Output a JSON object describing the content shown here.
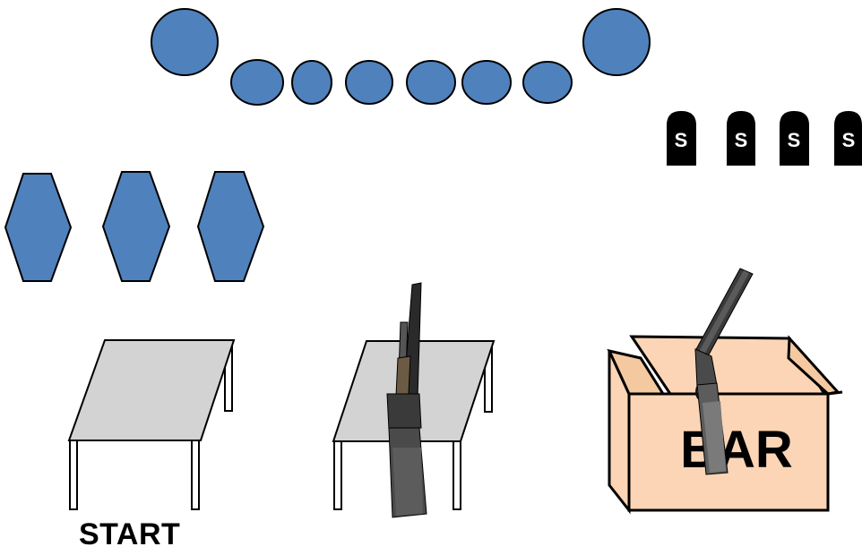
{
  "labels": {
    "start": "START",
    "box": "BAR",
    "stop_plate": "S"
  },
  "colors": {
    "target_fill": "#4f81bd",
    "target_stroke": "#000000",
    "table_top": "#d3d3d3",
    "box_fill": "#fbd5b5",
    "stop_plate": "#000000"
  },
  "stage": {
    "targets": [
      "circle-steel",
      "circle-steel",
      "circle-steel",
      "circle-steel",
      "circle-steel",
      "circle-steel",
      "circle-steel",
      "circle-steel"
    ],
    "hex_targets": [
      "hex-steel",
      "hex-steel",
      "hex-steel"
    ],
    "stop_plates": [
      "S",
      "S",
      "S",
      "S"
    ],
    "props": [
      "start-table",
      "rifle-table",
      "shotgun-box"
    ]
  }
}
